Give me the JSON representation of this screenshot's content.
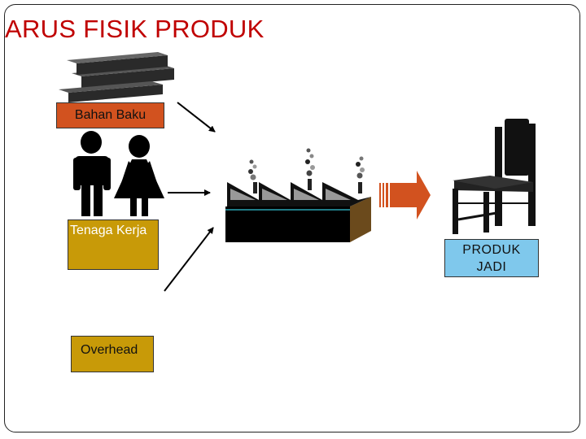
{
  "slide": {
    "title": "ARUS FISIK PRODUK"
  },
  "inputs": {
    "bahan_baku": "Bahan Baku",
    "tenaga_kerja": "Tenaga Kerja",
    "overhead": "Overhead"
  },
  "output": {
    "line1": "PRODUK",
    "line2": "JADI"
  },
  "colors": {
    "title": "#c00000",
    "bahan_baku_box": "#d2521f",
    "tenaga_kerja_box": "#c89a08",
    "overhead_box": "#c89a08",
    "produk_box": "#7fc8ec",
    "process_arrow": "#d2521f"
  },
  "icons": [
    "material-sheets-icon",
    "worker-man-icon",
    "worker-woman-icon",
    "factory-icon",
    "process-arrow-icon",
    "chair-icon"
  ]
}
